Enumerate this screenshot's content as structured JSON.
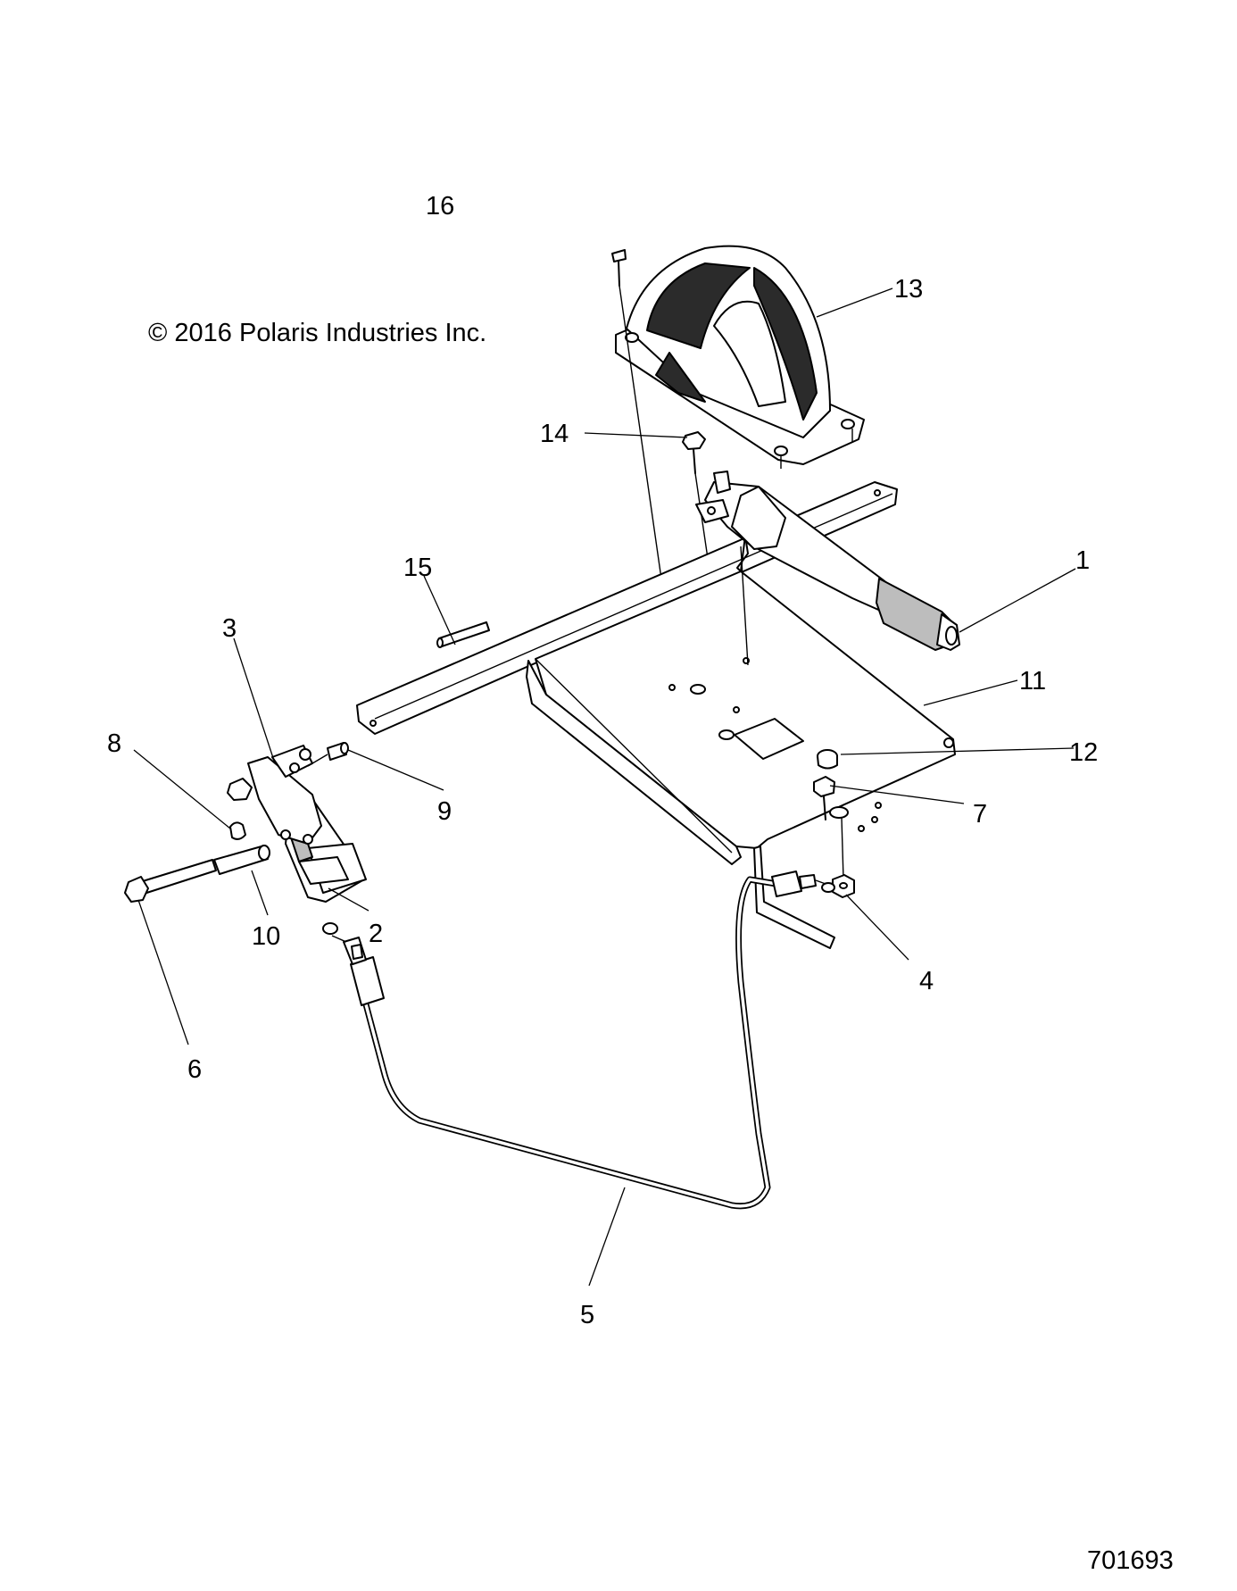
{
  "copyright": "© 2016 Polaris Industries Inc.",
  "drawing_number": "701693",
  "callouts": [
    {
      "id": "1",
      "text": "1"
    },
    {
      "id": "2",
      "text": "2"
    },
    {
      "id": "3",
      "text": "3"
    },
    {
      "id": "4",
      "text": "4"
    },
    {
      "id": "5",
      "text": "5"
    },
    {
      "id": "6",
      "text": "6"
    },
    {
      "id": "7",
      "text": "7"
    },
    {
      "id": "8",
      "text": "8"
    },
    {
      "id": "9",
      "text": "9"
    },
    {
      "id": "10",
      "text": "10"
    },
    {
      "id": "11",
      "text": "11"
    },
    {
      "id": "12",
      "text": "12"
    },
    {
      "id": "13",
      "text": "13"
    },
    {
      "id": "14",
      "text": "14"
    },
    {
      "id": "15",
      "text": "15"
    },
    {
      "id": "16",
      "text": "16"
    }
  ]
}
